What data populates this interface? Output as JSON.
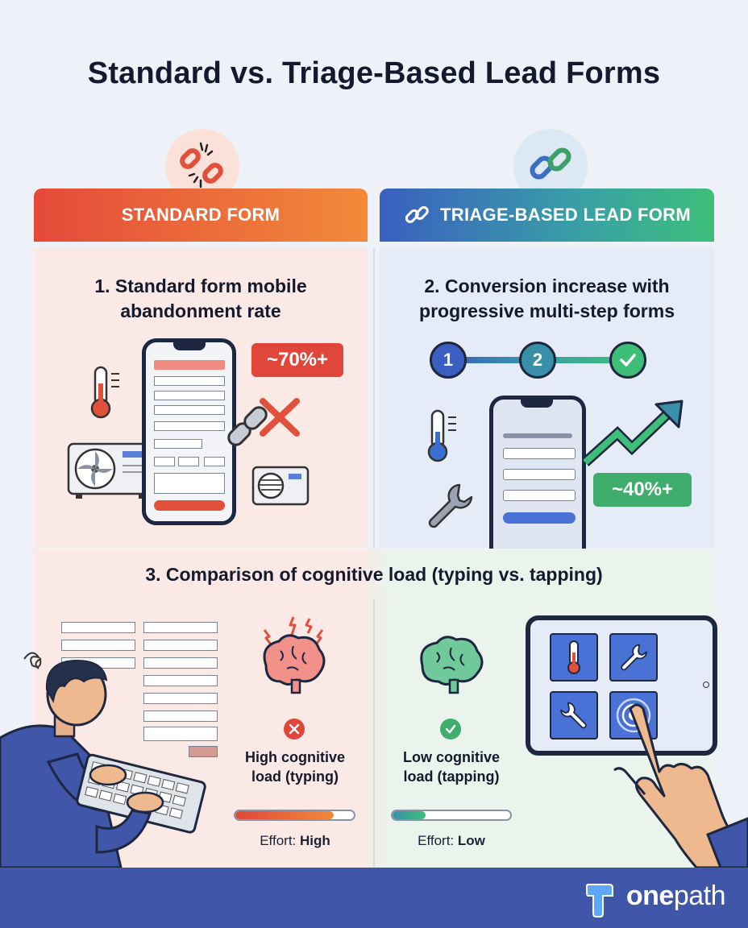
{
  "title": "Standard vs. Triage-Based Lead Forms",
  "left": {
    "header": "STANDARD FORM",
    "panel_title_line1": "1. Standard form mobile",
    "panel_title_line2": "abandonment rate",
    "badge": "~70%+",
    "header_color": "#e8573a"
  },
  "right": {
    "header": "TRIAGE-BASED LEAD FORM",
    "panel_title_line1": "2. Conversion increase with",
    "panel_title_line2": "progressive multi-step forms",
    "badge": "~40%+",
    "steps": [
      "1",
      "2"
    ],
    "header_color": "#3a8f9c"
  },
  "section3": {
    "title": "3. Comparison of cognitive load (typing vs. tapping)",
    "high": {
      "line1": "High cognitive",
      "line2": "load (typing)",
      "effort_prefix": "Effort: ",
      "effort_value": "High",
      "effort_level": 0.83
    },
    "low": {
      "line1": "Low cognitive",
      "line2": "load (tapping)",
      "effort_prefix": "Effort: ",
      "effort_value": "Low",
      "effort_level": 0.28
    }
  },
  "brand": {
    "prefix": "one",
    "suffix": "path"
  },
  "icons": [
    "broken-link-icon",
    "link-icon",
    "thermometer-icon",
    "wrench-icon",
    "check-icon",
    "x-icon",
    "brain-icon",
    "trend-arrow-icon",
    "tap-icon",
    "ac-unit-icon",
    "keyboard-icon",
    "person-icon",
    "tablet-icon",
    "phone-icon",
    "logo-icon"
  ]
}
